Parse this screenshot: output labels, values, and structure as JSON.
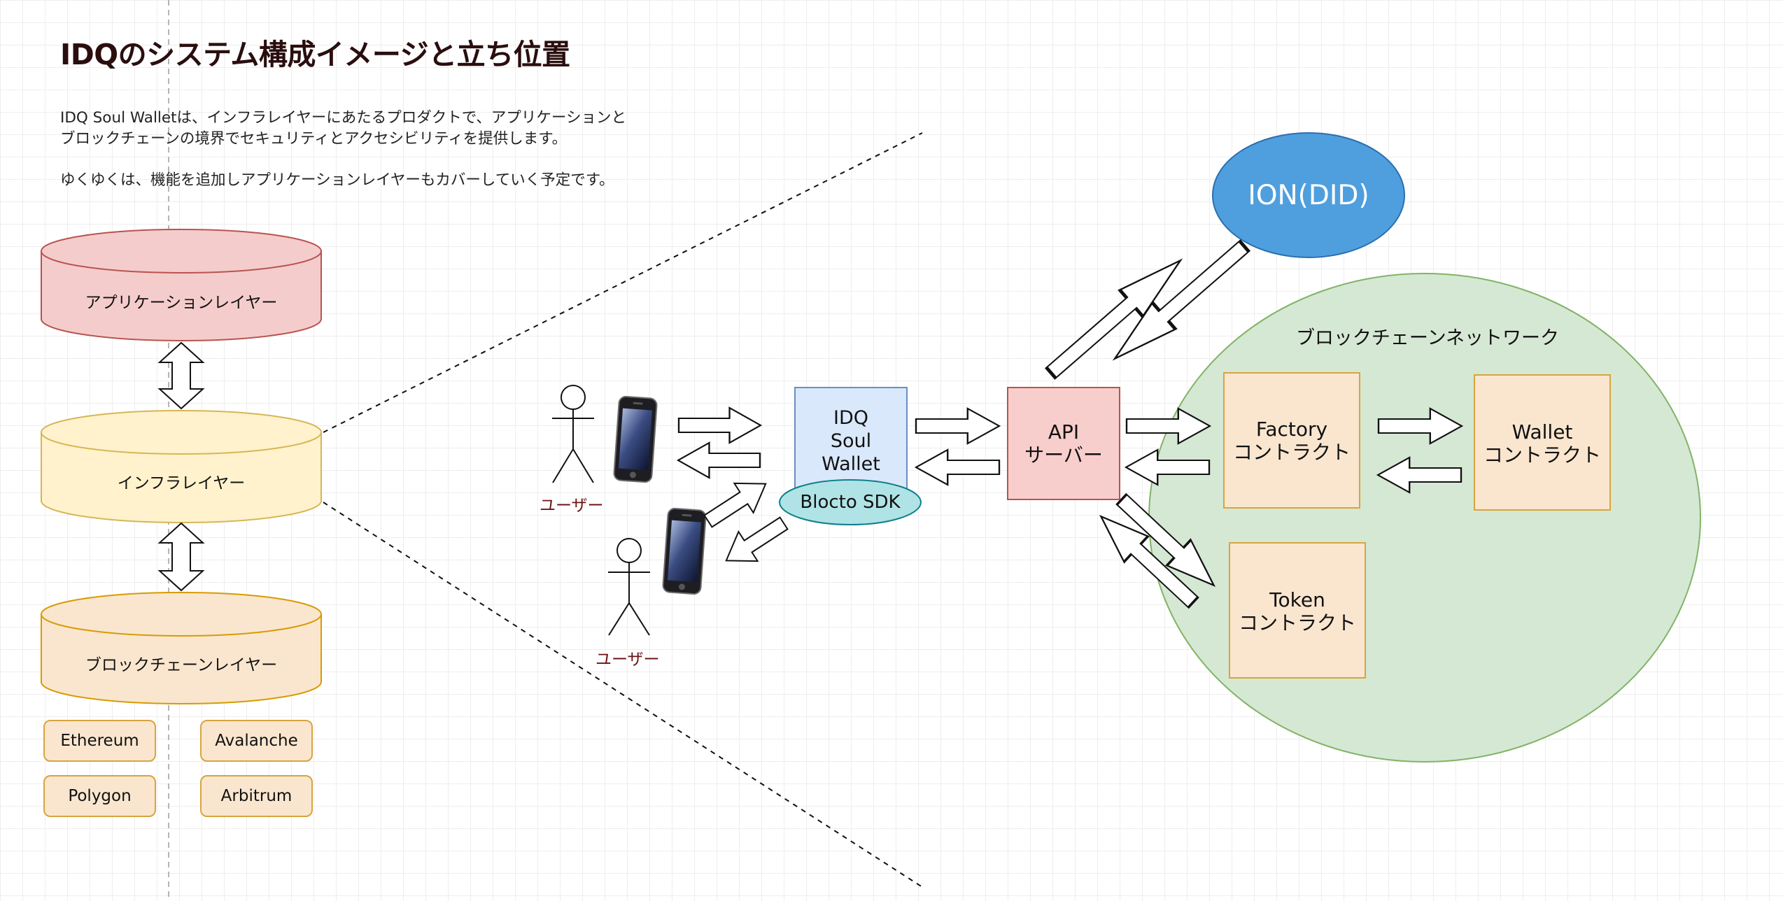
{
  "title": "IDQのシステム構成イメージと立ち位置",
  "description": {
    "line1": "IDQ Soul Walletは、インフラレイヤーにあたるプロダクトで、アプリケーションと",
    "line2": "ブロックチェーンの境界でセキュリティとアクセシビリティを提供します。",
    "line3": "ゆくゆくは、機能を追加しアプリケーションレイヤーもカバーしていく予定です。"
  },
  "layers": {
    "application": "アプリケーションレイヤー",
    "infra": "インフラレイヤー",
    "blockchain": "ブロックチェーンレイヤー"
  },
  "chains": [
    "Ethereum",
    "Avalanche",
    "Polygon",
    "Arbitrum"
  ],
  "users": {
    "label": "ユーザー"
  },
  "wallet": {
    "name": "IDQ\nSoul\nWallet",
    "sdk": "Blocto SDK"
  },
  "api": {
    "label": "API\nサーバー"
  },
  "ion": {
    "label": "ION(DID)"
  },
  "network": {
    "title": "ブロックチェーンネットワーク",
    "factory": "Factory\nコントラクト",
    "wallet_contract": "Wallet\nコントラクト",
    "token": "Token\nコントラクト"
  },
  "colors": {
    "application_fill": "#f5cccc",
    "application_stroke": "#b85450",
    "infra_fill": "#fff2cc",
    "infra_stroke": "#d6b656",
    "blockchain_fill": "#fae6cf",
    "blockchain_stroke": "#d79b00",
    "wallet_fill": "#dae8fc",
    "wallet_stroke": "#6c8ebf",
    "sdk_fill": "#b0e3e6",
    "sdk_stroke": "#0e8088",
    "api_fill": "#f8cecc",
    "api_stroke": "#b85450",
    "ion_fill": "#4f9fde",
    "ion_stroke": "#2b6fb0",
    "network_fill": "#d5e8d4",
    "network_stroke": "#82b366",
    "contract_fill": "#fae6cf",
    "contract_stroke": "#d6a53f",
    "user_label": "#6b1414"
  },
  "icons": [
    "user-stick-figure-icon",
    "smartphone-icon",
    "block-arrow-icon",
    "double-arrow-icon"
  ]
}
